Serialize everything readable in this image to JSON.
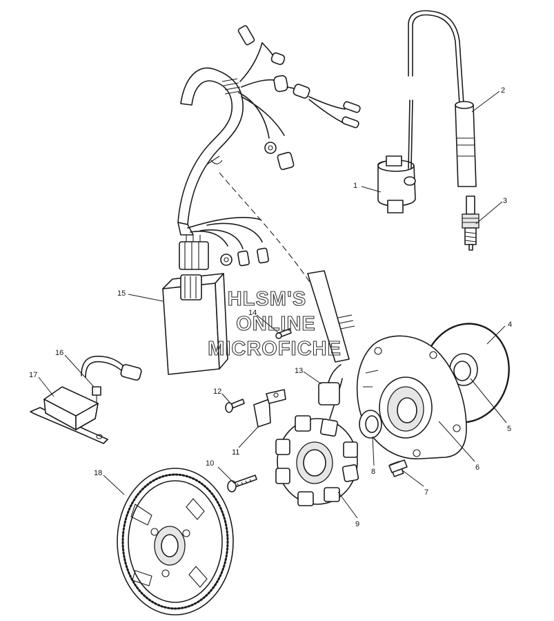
{
  "watermark": {
    "line1": "HLSM'S",
    "line2": "ONLINE",
    "line3": "MICROFICHE"
  },
  "callouts": [
    {
      "id": "1",
      "label": "1"
    },
    {
      "id": "2",
      "label": "2"
    },
    {
      "id": "3",
      "label": "3"
    },
    {
      "id": "4",
      "label": "4"
    },
    {
      "id": "5",
      "label": "5"
    },
    {
      "id": "6",
      "label": "6"
    },
    {
      "id": "7",
      "label": "7"
    },
    {
      "id": "8",
      "label": "8"
    },
    {
      "id": "9",
      "label": "9"
    },
    {
      "id": "10",
      "label": "10"
    },
    {
      "id": "11",
      "label": "11"
    },
    {
      "id": "12",
      "label": "12"
    },
    {
      "id": "13",
      "label": "13"
    },
    {
      "id": "14",
      "label": "14"
    },
    {
      "id": "15",
      "label": "15"
    },
    {
      "id": "16",
      "label": "16"
    },
    {
      "id": "17",
      "label": "17"
    },
    {
      "id": "18",
      "label": "18"
    }
  ]
}
